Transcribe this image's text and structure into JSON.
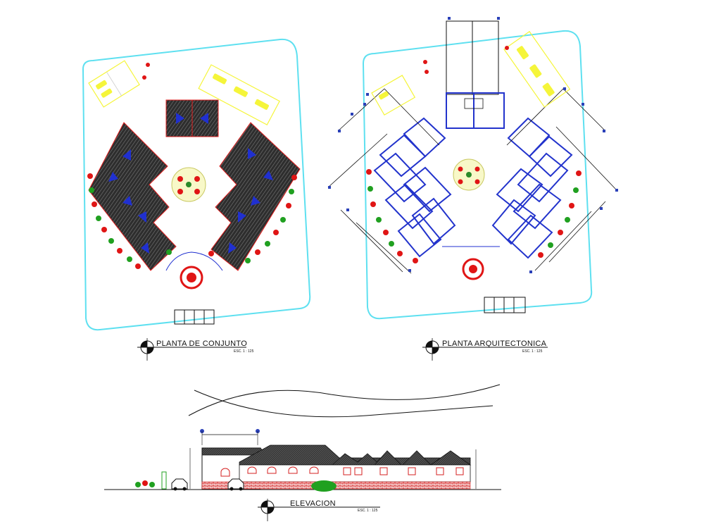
{
  "drawing": {
    "site_plan": {
      "title": "PLANTA DE CONJUNTO",
      "scale": "ESC. 1 : 125"
    },
    "architectural_plan": {
      "title": "PLANTA ARQUITECTONICA",
      "scale": "ESC. 1 : 125"
    },
    "elevation": {
      "title": "ELEVACION",
      "scale": "ESC. 1 : 125"
    }
  },
  "colors": {
    "boundary": "#5ee0f0",
    "roof": "#3a3a3a",
    "roof_outline": "#e02020",
    "arrow": "#2030d0",
    "walls": "#2233cc",
    "parking": "#f5f53a",
    "trees_red": "#e01515",
    "trees_green": "#20a020",
    "brick": "#d42020"
  }
}
